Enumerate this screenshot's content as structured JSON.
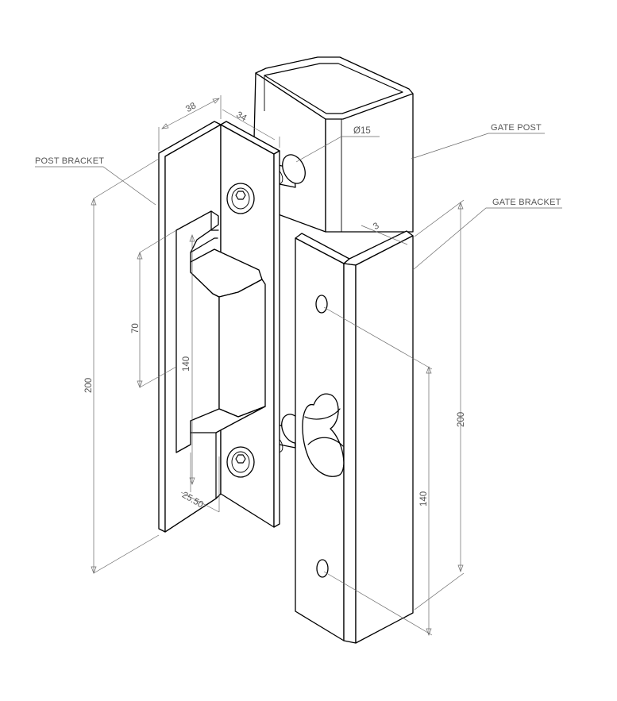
{
  "labels": {
    "post_bracket": "POST BRACKET",
    "gate_post": "GATE POST",
    "gate_bracket": "GATE BRACKET"
  },
  "dimensions": {
    "d38": "38",
    "d34": "34",
    "d15": "Ø15",
    "d3": "3",
    "d70": "70",
    "d140_post": "140",
    "d200_post": "200",
    "d25_50": "25.50",
    "d200_gate": "200",
    "d140_gate": "140"
  },
  "colors": {
    "line": "#000000",
    "dimension": "#6a6a6a",
    "text": "#555555"
  }
}
